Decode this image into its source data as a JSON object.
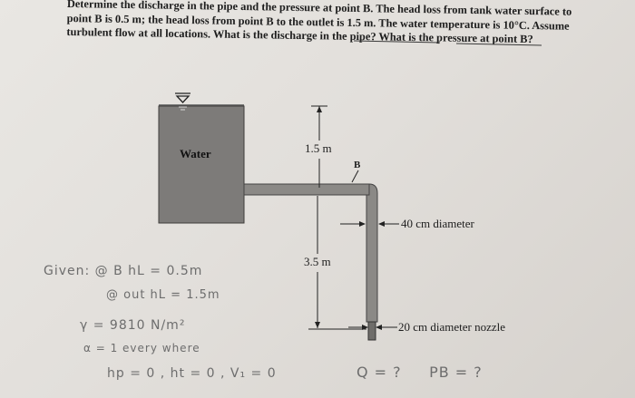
{
  "problem": {
    "line1": "Determine the discharge in the pipe and the pressure at point B. The head loss from tank water surface to",
    "line2": "point B is 0.5 m; the head loss from point B to the outlet is 1.5 m. The water temperature is 10°C. Assume",
    "line3": "turbulent flow at all locations. What is the discharge in the pipe? What is the pressure at point B?"
  },
  "figure": {
    "water_label": "Water",
    "dim_top": "1.5 m",
    "point_b": "B",
    "dim_lower": "3.5 m",
    "pipe_diameter": "40 cm diameter",
    "nozzle_diameter": "20 cm diameter nozzle"
  },
  "notes": {
    "given": "Given: @ B  hL = 0.5m",
    "out": "@ out   hL = 1.5m",
    "gamma": "γ = 9810 N/m²",
    "alpha": "α = 1  every where",
    "conditions": "hp = 0 , ht = 0 , V₁ = 0",
    "unknowns": "Q = ?     PB = ?"
  }
}
